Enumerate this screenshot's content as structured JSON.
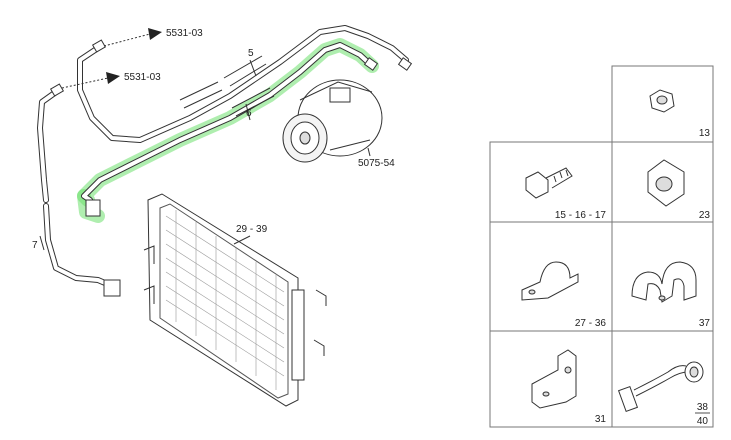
{
  "callouts": {
    "pipe_upper_ref": "5531-03",
    "pipe_lower_ref": "5531-03",
    "pipe_5": "5",
    "pipe_6": "6",
    "pipe_7": "7",
    "compressor": "5075-54",
    "condenser": "29 - 39"
  },
  "hardware": {
    "cell_nut": "13",
    "cell_bolt": "15 - 16 - 17",
    "cell_cage_nut": "23",
    "cell_clip": "27 - 36",
    "cell_double_clip": "37",
    "cell_bracket": "31",
    "cell_sensor_top": "38",
    "cell_sensor_bottom": "40"
  },
  "highlight_color": "#6ee06e"
}
